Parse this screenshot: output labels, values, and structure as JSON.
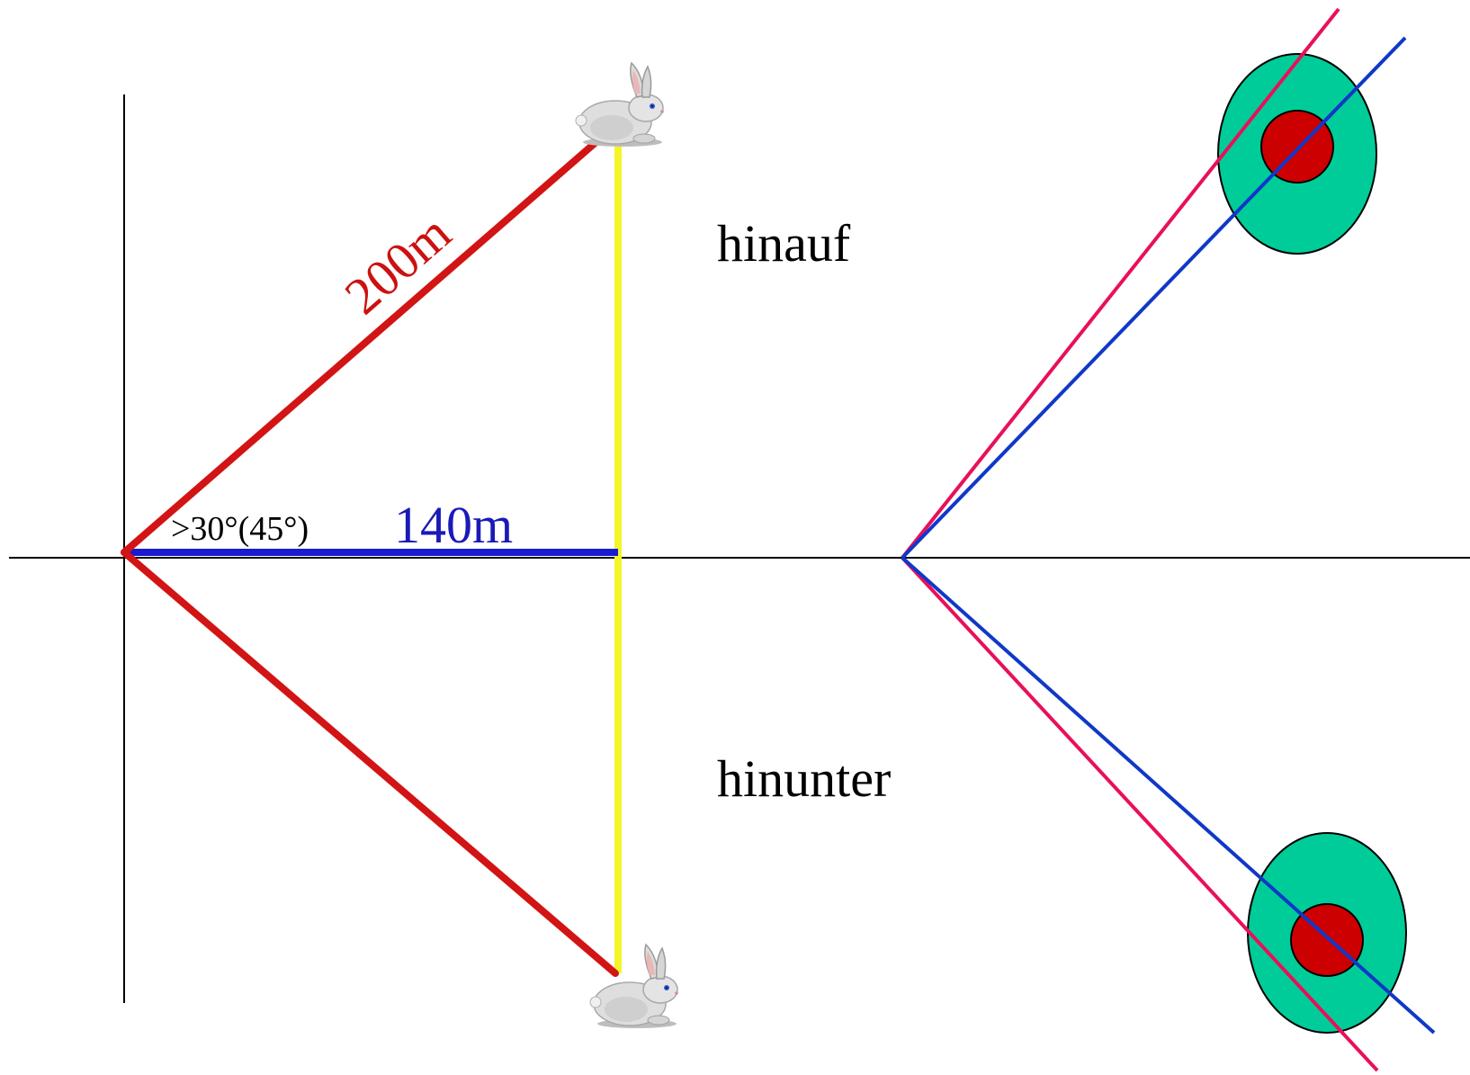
{
  "labels": {
    "slope_distance": "200m",
    "angle": ">30°(45°)",
    "horizontal_distance": "140m",
    "uphill": "hinauf",
    "downhill": "hinunter"
  },
  "colors": {
    "axis": "#000000",
    "slope_line": "#d21414",
    "horizontal_line": "#1a1ad0",
    "vertical_line": "#f5f52a",
    "aim_line_pink": "#e8105a",
    "aim_line_blue": "#1038c8",
    "target_outer": "#00cc99",
    "target_inner": "#cc0000",
    "rabbit_body": "#dcdcdc"
  },
  "icons": {
    "rabbit": "rabbit-icon",
    "target": "target-icon"
  }
}
